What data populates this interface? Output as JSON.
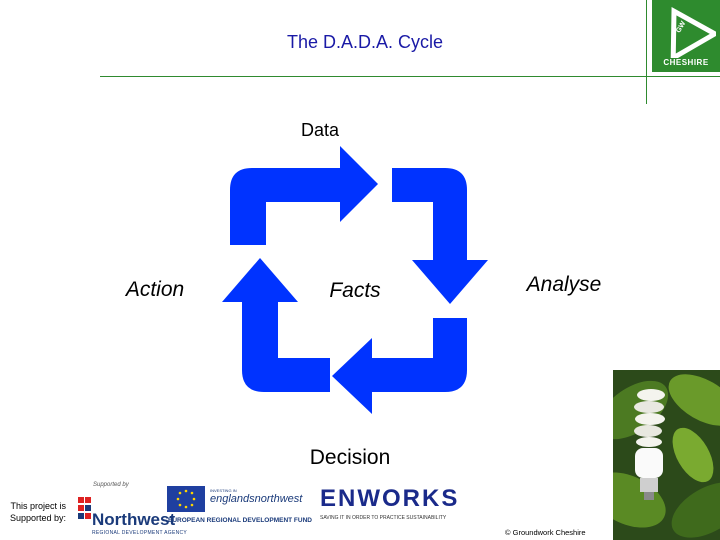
{
  "header": {
    "title": "The D.A.D.A. Cycle",
    "logo_word": "CHESHIRE",
    "logo_icon": "groundwork-logo-icon",
    "accent_color": "#2e8b2e"
  },
  "diagram": {
    "top_label": "Data",
    "left_label": "Action",
    "center_label": "Facts",
    "right_label": "Analyse",
    "bottom_label": "Decision",
    "arrow_color": "#0033ff"
  },
  "footer": {
    "project_note": "This project is Supported by:",
    "supported_by_caption": "Supported by",
    "northwest": {
      "name": "Northwest",
      "tagline": "REGIONAL DEVELOPMENT AGENCY"
    },
    "erdf": {
      "investing_text": "INVESTING IN",
      "brand": "englandsnorthwest",
      "fund": "EUROPEAN REGIONAL DEVELOPMENT FUND"
    },
    "enworks": {
      "name": "ENWORKS",
      "tagline": "SAVING IT IN ORDER TO PRACTICE SUSTAINABILITY"
    },
    "copyright": "© Groundwork Cheshire"
  }
}
